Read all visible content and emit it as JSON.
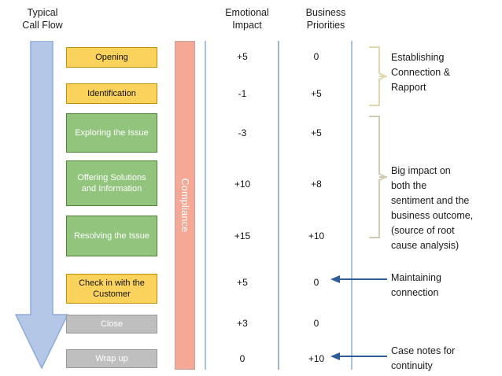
{
  "headers": {
    "call_flow": "Typical\nCall Flow",
    "emotional_impact": "Emotional\nImpact",
    "business_priorities": "Business\nPriorities"
  },
  "compliance": {
    "label": "Compliance",
    "color": "#F5A896"
  },
  "stages": [
    {
      "label": "Opening",
      "type": "yellow",
      "emotional": "+5",
      "business": "0"
    },
    {
      "label": "Identification",
      "type": "yellow",
      "emotional": "-1",
      "business": "+5"
    },
    {
      "label": "Exploring the Issue",
      "type": "green",
      "emotional": "-3",
      "business": "+5"
    },
    {
      "label": "Offering Solutions\nand Information",
      "type": "green",
      "emotional": "+10",
      "business": "+8"
    },
    {
      "label": "Resolving the Issue",
      "type": "green",
      "emotional": "+15",
      "business": "+10"
    },
    {
      "label": "Check in with the\nCustomer",
      "type": "yellow",
      "emotional": "+5",
      "business": "0"
    },
    {
      "label": "Close",
      "type": "grey",
      "emotional": "+3",
      "business": "0"
    },
    {
      "label": "Wrap up",
      "type": "grey",
      "emotional": "0",
      "business": "+10"
    }
  ],
  "annotations": {
    "establishing": "Establishing\nConnection &\nRapport",
    "big_impact": "Big impact on\nboth the\nsentiment and the\nbusiness outcome,\n(source of root\ncause analysis)",
    "maintaining": "Maintaining\nconnection",
    "case_notes": "Case notes for\ncontinuity"
  },
  "colors": {
    "flow_arrow_fill": "#B4C7E7",
    "flow_arrow_stroke": "#8FAADC",
    "yellow_box": "#FBD25B",
    "green_box": "#92C47D",
    "grey_box": "#BFBFBF",
    "compliance_bar": "#F5A896",
    "divider_line": "#A9C3DD",
    "bracket": "#E8E0C0",
    "leader_arrow": "#2E5C96"
  }
}
